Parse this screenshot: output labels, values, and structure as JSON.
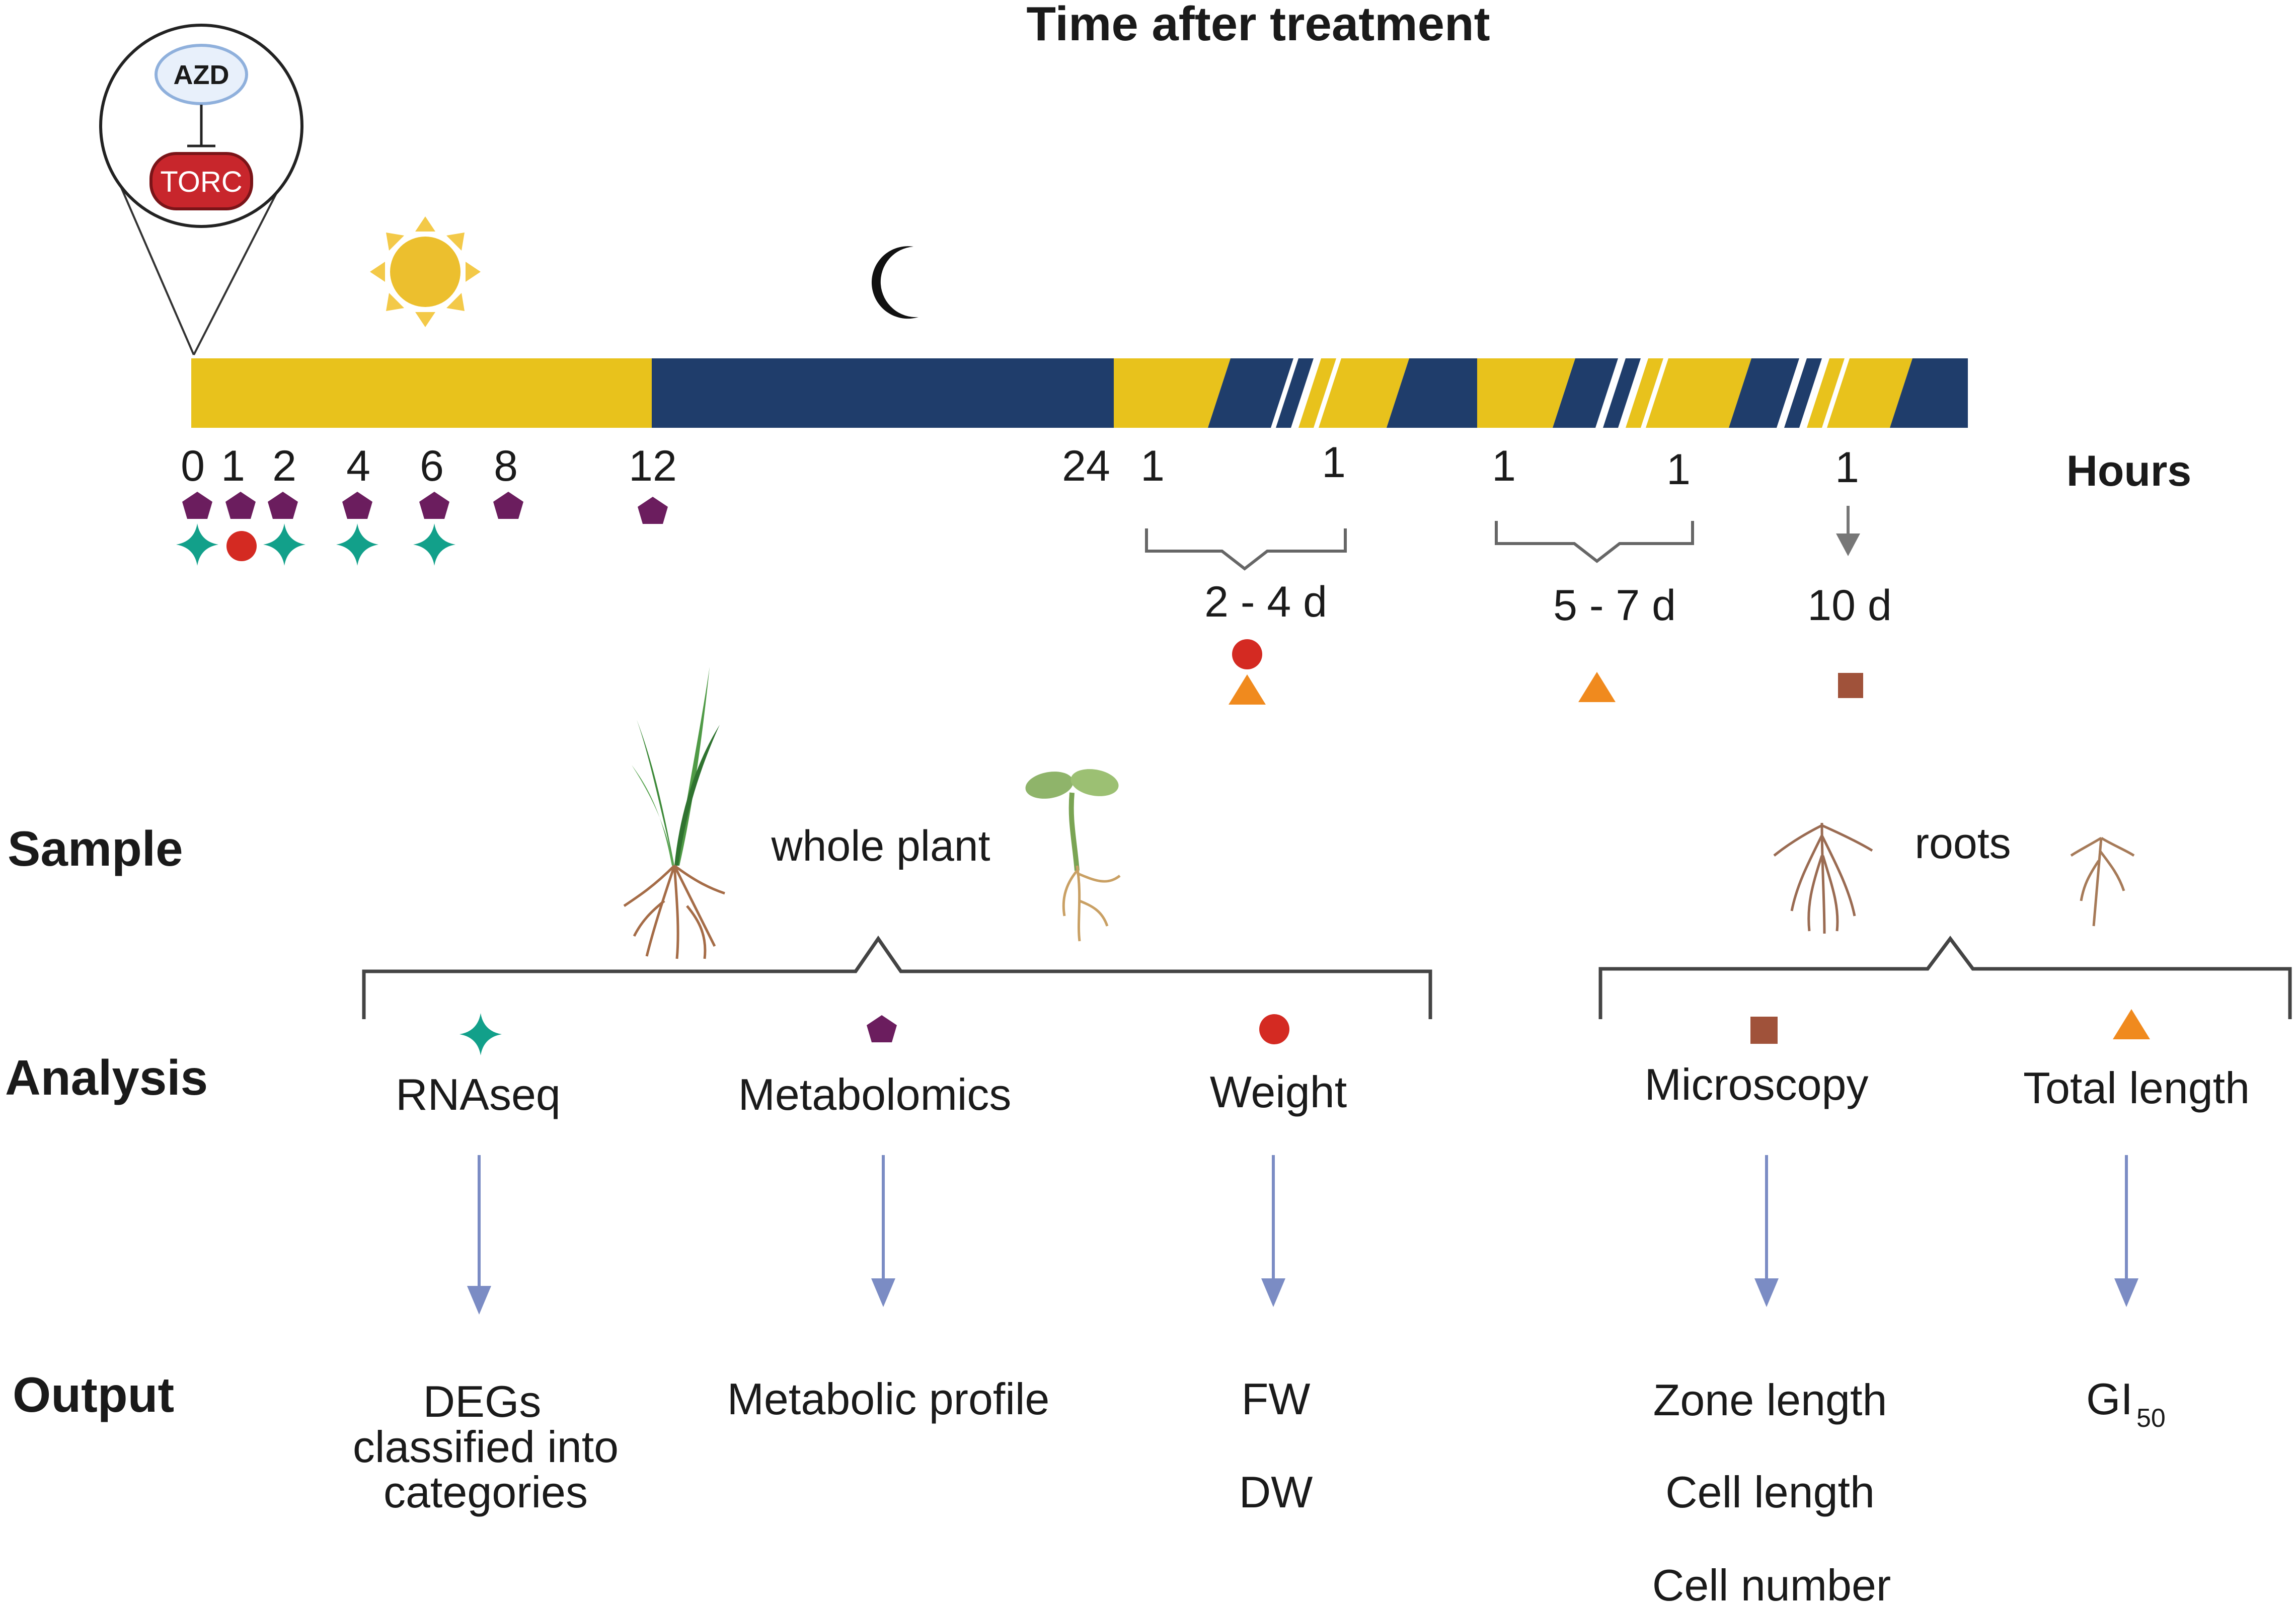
{
  "title": "Time after treatment",
  "inset": {
    "drug": "AZD",
    "target": "TORC"
  },
  "timeline": {
    "hours_label": "Hours",
    "ticks": [
      "0",
      "1",
      "2",
      "4",
      "6",
      "8",
      "12",
      "24",
      "1",
      "1",
      "1",
      "1",
      "1"
    ],
    "durations": [
      "2 - 4 d",
      "5 - 7 d",
      "10 d"
    ],
    "colors": {
      "day": "#e8c21c",
      "night": "#1f3d6b"
    }
  },
  "row_labels": {
    "sample": "Sample",
    "analysis": "Analysis",
    "output": "Output"
  },
  "samples": {
    "whole_plant": "whole plant",
    "roots": "roots"
  },
  "analyses": [
    {
      "label": "RNAseq",
      "marker": "teal-star",
      "color": "#12a08a"
    },
    {
      "label": "Metabolomics",
      "marker": "purple-pentagon",
      "color": "#6b1d5e"
    },
    {
      "label": "Weight",
      "marker": "red-circle",
      "color": "#d42a22"
    },
    {
      "label": "Microscopy",
      "marker": "brown-square",
      "color": "#a0523a"
    },
    {
      "label": "Total length",
      "marker": "orange-triangle",
      "color": "#f08a1e"
    }
  ],
  "outputs": {
    "rnaseq": [
      "DEGs",
      "classified into",
      "categories"
    ],
    "metabolomics": [
      "Metabolic profile"
    ],
    "weight": [
      "FW",
      "DW"
    ],
    "microscopy": [
      "Zone length",
      "Cell length",
      "Cell number"
    ],
    "total_length": {
      "text": "GI",
      "subscript": "50"
    }
  }
}
